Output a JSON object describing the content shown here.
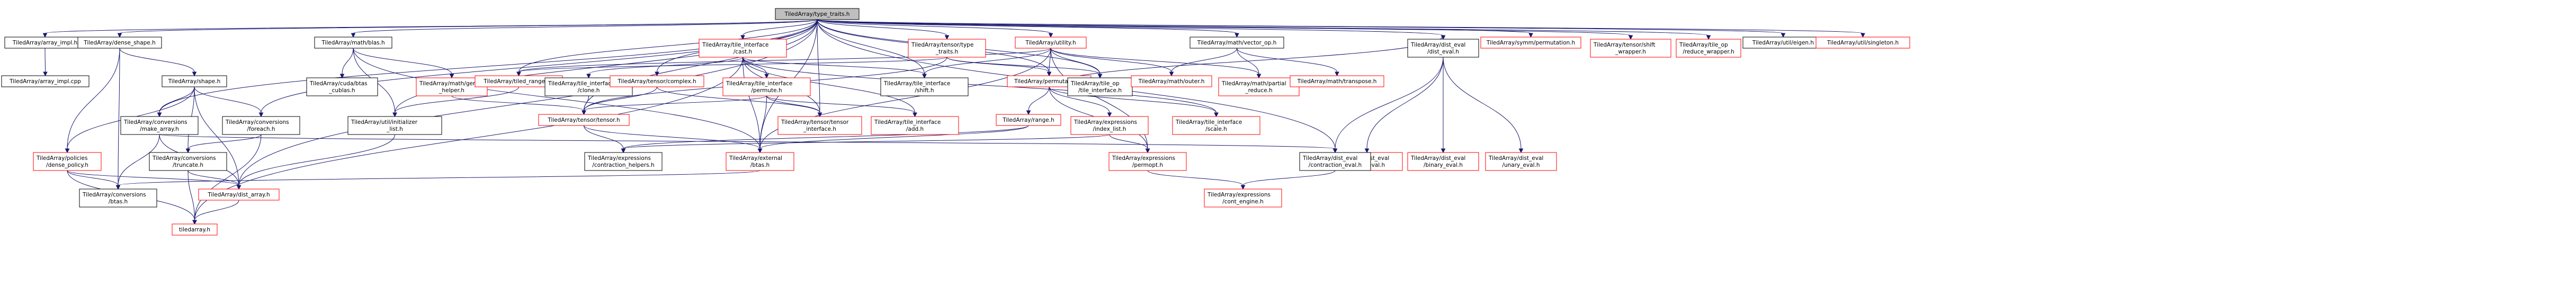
{
  "colors": {
    "root_fill": "#bfbfbf",
    "root_border": "#000000",
    "documented_border": "#000000",
    "undocumented_border": "#ff0000",
    "edge": "#191970",
    "text": "#000000"
  },
  "root": "type_traits",
  "nodes": [
    {
      "id": "type_traits",
      "lines": [
        "TiledArray/type_traits.h"
      ],
      "kind": "root"
    },
    {
      "id": "array_impl_h",
      "lines": [
        "TiledArray/array_impl.h"
      ],
      "kind": "documented"
    },
    {
      "id": "dense_shape",
      "lines": [
        "TiledArray/dense_shape.h"
      ],
      "kind": "documented"
    },
    {
      "id": "math_blas",
      "lines": [
        "TiledArray/math/blas.h"
      ],
      "kind": "documented"
    },
    {
      "id": "tile_interface_cast",
      "lines": [
        "TiledArray/tile_interface",
        "/cast.h"
      ],
      "kind": "undocumented"
    },
    {
      "id": "tensor_type_traits",
      "lines": [
        "TiledArray/tensor/type",
        "_traits.h"
      ],
      "kind": "undocumented"
    },
    {
      "id": "utility",
      "lines": [
        "TiledArray/utility.h"
      ],
      "kind": "undocumented"
    },
    {
      "id": "vector_op",
      "lines": [
        "TiledArray/math/vector_op.h"
      ],
      "kind": "documented"
    },
    {
      "id": "dist_eval",
      "lines": [
        "TiledArray/dist_eval",
        "/dist_eval.h"
      ],
      "kind": "documented"
    },
    {
      "id": "symm_perm",
      "lines": [
        "TiledArray/symm/permutation.h"
      ],
      "kind": "undocumented"
    },
    {
      "id": "tensor_shift",
      "lines": [
        "TiledArray/tensor/shift",
        "_wrapper.h"
      ],
      "kind": "undocumented"
    },
    {
      "id": "tile_op_reduce",
      "lines": [
        "TiledArray/tile_op",
        "/reduce_wrapper.h"
      ],
      "kind": "undocumented"
    },
    {
      "id": "util_eigen",
      "lines": [
        "TiledArray/util/eigen.h"
      ],
      "kind": "documented"
    },
    {
      "id": "util_singleton",
      "lines": [
        "TiledArray/util/singleton.h"
      ],
      "kind": "undocumented"
    },
    {
      "id": "array_impl_cpp",
      "lines": [
        "TiledArray/array_impl.cpp"
      ],
      "kind": "documented"
    },
    {
      "id": "shape",
      "lines": [
        "TiledArray/shape.h"
      ],
      "kind": "documented"
    },
    {
      "id": "cuda_blas",
      "lines": [
        "TiledArray/cuda/btas",
        "_cublas.h"
      ],
      "kind": "documented"
    },
    {
      "id": "gemm_helper",
      "lines": [
        "TiledArray/math/gemm",
        "_helper.h"
      ],
      "kind": "undocumented"
    },
    {
      "id": "tiled_range1",
      "lines": [
        "TiledArray/tiled_range1.h"
      ],
      "kind": "undocumented"
    },
    {
      "id": "tile_interface_clone",
      "lines": [
        "TiledArray/tile_interface",
        "/clone.h"
      ],
      "kind": "documented"
    },
    {
      "id": "tensor_complex",
      "lines": [
        "TiledArray/tensor/complex.h"
      ],
      "kind": "undocumented"
    },
    {
      "id": "tile_interface_permute",
      "lines": [
        "TiledArray/tile_interface",
        "/permute.h"
      ],
      "kind": "undocumented"
    },
    {
      "id": "tile_interface_shift",
      "lines": [
        "TiledArray/tile_interface",
        "/shift.h"
      ],
      "kind": "documented"
    },
    {
      "id": "permutation",
      "lines": [
        "TiledArray/permutation.h"
      ],
      "kind": "undocumented"
    },
    {
      "id": "tile_op_tile_interface",
      "lines": [
        "TiledArray/tile_op",
        "/tile_interface.h"
      ],
      "kind": "documented"
    },
    {
      "id": "math_outer",
      "lines": [
        "TiledArray/math/outer.h"
      ],
      "kind": "undocumented"
    },
    {
      "id": "math_partial_reduce",
      "lines": [
        "TiledArray/math/partial",
        "_reduce.h"
      ],
      "kind": "undocumented"
    },
    {
      "id": "math_transpose",
      "lines": [
        "TiledArray/math/transpose.h"
      ],
      "kind": "undocumented"
    },
    {
      "id": "conversions_make_array",
      "lines": [
        "TiledArray/conversions",
        "/make_array.h"
      ],
      "kind": "documented"
    },
    {
      "id": "conversions_foreach",
      "lines": [
        "TiledArray/conversions",
        "/foreach.h"
      ],
      "kind": "documented"
    },
    {
      "id": "util_initializer_list",
      "lines": [
        "TiledArray/util/initializer",
        "_list.h"
      ],
      "kind": "documented"
    },
    {
      "id": "tensor_tensor",
      "lines": [
        "TiledArray/tensor/tensor.h"
      ],
      "kind": "undocumented"
    },
    {
      "id": "tensor_tensor_interface",
      "lines": [
        "TiledArray/tensor/tensor",
        "_interface.h"
      ],
      "kind": "undocumented"
    },
    {
      "id": "tile_interface_add",
      "lines": [
        "TiledArray/tile_interface",
        "/add.h"
      ],
      "kind": "undocumented"
    },
    {
      "id": "range",
      "lines": [
        "TiledArray/range.h"
      ],
      "kind": "undocumented"
    },
    {
      "id": "expr_index_list",
      "lines": [
        "TiledArray/expressions",
        "/index_list.h"
      ],
      "kind": "undocumented"
    },
    {
      "id": "tile_interface_scale",
      "lines": [
        "TiledArray/tile_interface",
        "/scale.h"
      ],
      "kind": "undocumented"
    },
    {
      "id": "dist_eval_array",
      "lines": [
        "TiledArray/dist_eval",
        "/array_eval.h"
      ],
      "kind": "undocumented"
    },
    {
      "id": "dist_eval_binary",
      "lines": [
        "TiledArray/dist_eval",
        "/binary_eval.h"
      ],
      "kind": "undocumented"
    },
    {
      "id": "dist_eval_unary",
      "lines": [
        "TiledArray/dist_eval",
        "/unary_eval.h"
      ],
      "kind": "undocumented"
    },
    {
      "id": "policies_dense",
      "lines": [
        "TiledArray/policies",
        "/dense_policy.h"
      ],
      "kind": "undocumented"
    },
    {
      "id": "conversions_truncate",
      "lines": [
        "TiledArray/conversions",
        "/truncate.h"
      ],
      "kind": "documented"
    },
    {
      "id": "expr_contraction_helpers",
      "lines": [
        "TiledArray/expressions",
        "/contraction_helpers.h"
      ],
      "kind": "documented"
    },
    {
      "id": "external_btas",
      "lines": [
        "TiledArray/external",
        "/btas.h"
      ],
      "kind": "undocumented"
    },
    {
      "id": "expr_permopt",
      "lines": [
        "TiledArray/expressions",
        "/permopt.h"
      ],
      "kind": "undocumented"
    },
    {
      "id": "dist_eval_contraction",
      "lines": [
        "TiledArray/dist_eval",
        "/contraction_eval.h"
      ],
      "kind": "documented"
    },
    {
      "id": "conversions_btas",
      "lines": [
        "TiledArray/conversions",
        "/btas.h"
      ],
      "kind": "documented"
    },
    {
      "id": "dist_array",
      "lines": [
        "TiledArray/dist_array.h"
      ],
      "kind": "undocumented"
    },
    {
      "id": "expr_cont_engine",
      "lines": [
        "TiledArray/expressions",
        "/cont_engine.h"
      ],
      "kind": "undocumented"
    },
    {
      "id": "tiledarray",
      "lines": [
        "tiledarray.h"
      ],
      "kind": "undocumented"
    }
  ],
  "edges": [
    [
      "type_traits",
      "array_impl_h"
    ],
    [
      "type_traits",
      "dense_shape"
    ],
    [
      "type_traits",
      "math_blas"
    ],
    [
      "type_traits",
      "tile_interface_cast"
    ],
    [
      "type_traits",
      "tensor_type_traits"
    ],
    [
      "type_traits",
      "utility"
    ],
    [
      "type_traits",
      "vector_op"
    ],
    [
      "type_traits",
      "dist_eval"
    ],
    [
      "type_traits",
      "symm_perm"
    ],
    [
      "type_traits",
      "tensor_shift"
    ],
    [
      "type_traits",
      "tile_op_reduce"
    ],
    [
      "type_traits",
      "util_eigen"
    ],
    [
      "type_traits",
      "util_singleton"
    ],
    [
      "type_traits",
      "conversions_make_array"
    ],
    [
      "type_traits",
      "conversions_foreach"
    ],
    [
      "type_traits",
      "tiled_range1"
    ],
    [
      "type_traits",
      "tensor_complex"
    ],
    [
      "type_traits",
      "tile_interface_shift"
    ],
    [
      "type_traits",
      "permutation"
    ],
    [
      "type_traits",
      "tile_op_tile_interface"
    ],
    [
      "type_traits",
      "tensor_tensor_interface"
    ],
    [
      "type_traits",
      "util_initializer_list"
    ],
    [
      "type_traits",
      "tensor_tensor"
    ],
    [
      "type_traits",
      "dist_array"
    ],
    [
      "type_traits",
      "external_btas"
    ],
    [
      "type_traits",
      "dist_eval_contraction"
    ],
    [
      "array_impl_h",
      "array_impl_cpp"
    ],
    [
      "dense_shape",
      "shape"
    ],
    [
      "dense_shape",
      "policies_dense"
    ],
    [
      "dense_shape",
      "conversions_btas"
    ],
    [
      "math_blas",
      "cuda_blas"
    ],
    [
      "math_blas",
      "gemm_helper"
    ],
    [
      "math_blas",
      "util_initializer_list"
    ],
    [
      "math_blas",
      "external_btas"
    ],
    [
      "gemm_helper",
      "tensor_tensor"
    ],
    [
      "tile_interface_cast",
      "tile_interface_clone"
    ],
    [
      "tile_interface_cast",
      "tile_interface_permute"
    ],
    [
      "tile_interface_cast",
      "tile_interface_shift"
    ],
    [
      "tile_interface_cast",
      "tile_interface_add"
    ],
    [
      "tile_interface_cast",
      "tile_interface_scale"
    ],
    [
      "tile_interface_cast",
      "tensor_tensor_interface"
    ],
    [
      "tile_interface_cast",
      "external_btas"
    ],
    [
      "tile_interface_cast",
      "tiledarray"
    ],
    [
      "tensor_type_traits",
      "permutation"
    ],
    [
      "tensor_type_traits",
      "tiled_range1"
    ],
    [
      "tensor_type_traits",
      "tensor_tensor"
    ],
    [
      "tensor_type_traits",
      "tile_op_tile_interface"
    ],
    [
      "utility",
      "tiled_range1"
    ],
    [
      "utility",
      "permutation"
    ],
    [
      "utility",
      "tile_op_tile_interface"
    ],
    [
      "utility",
      "tile_interface_shift"
    ],
    [
      "utility",
      "math_outer"
    ],
    [
      "utility",
      "math_partial_reduce"
    ],
    [
      "utility",
      "expr_permopt"
    ],
    [
      "utility",
      "external_btas"
    ],
    [
      "vector_op",
      "math_outer"
    ],
    [
      "vector_op",
      "math_partial_reduce"
    ],
    [
      "vector_op",
      "math_transpose"
    ],
    [
      "dist_eval",
      "dist_eval_array"
    ],
    [
      "dist_eval",
      "dist_eval_binary"
    ],
    [
      "dist_eval",
      "dist_eval_unary"
    ],
    [
      "dist_eval",
      "dist_eval_contraction"
    ],
    [
      "shape",
      "conversions_make_array"
    ],
    [
      "shape",
      "conversions_foreach"
    ],
    [
      "shape",
      "policies_dense"
    ],
    [
      "shape",
      "conversions_truncate"
    ],
    [
      "shape",
      "dist_array"
    ],
    [
      "tiled_range1",
      "util_initializer_list"
    ],
    [
      "tile_interface_clone",
      "tensor_tensor"
    ],
    [
      "tensor_complex",
      "tensor_tensor"
    ],
    [
      "tensor_complex",
      "tensor_tensor_interface"
    ],
    [
      "tile_interface_permute",
      "tensor_tensor"
    ],
    [
      "tile_interface_permute",
      "tile_interface_add"
    ],
    [
      "tile_interface_permute",
      "tensor_tensor_interface"
    ],
    [
      "tile_interface_permute",
      "external_btas"
    ],
    [
      "permutation",
      "range"
    ],
    [
      "permutation",
      "expr_index_list"
    ],
    [
      "permutation",
      "tile_interface_scale"
    ],
    [
      "permutation",
      "expr_permopt"
    ],
    [
      "permutation",
      "dist_eval"
    ],
    [
      "range",
      "expr_contraction_helpers"
    ],
    [
      "range",
      "external_btas"
    ],
    [
      "expr_index_list",
      "expr_permopt"
    ],
    [
      "expr_index_list",
      "expr_contraction_helpers"
    ],
    [
      "tensor_tensor",
      "expr_contraction_helpers"
    ],
    [
      "tensor_tensor",
      "external_btas"
    ],
    [
      "conversions_make_array",
      "conversions_btas"
    ],
    [
      "conversions_make_array",
      "dist_array"
    ],
    [
      "conversions_make_array",
      "dist_eval_contraction"
    ],
    [
      "conversions_foreach",
      "conversions_truncate"
    ],
    [
      "conversions_foreach",
      "tiledarray"
    ],
    [
      "util_initializer_list",
      "dist_array"
    ],
    [
      "policies_dense",
      "conversions_btas"
    ],
    [
      "policies_dense",
      "dist_array"
    ],
    [
      "policies_dense",
      "tiledarray"
    ],
    [
      "conversions_truncate",
      "dist_array"
    ],
    [
      "conversions_truncate",
      "tiledarray"
    ],
    [
      "external_btas",
      "conversions_btas"
    ],
    [
      "expr_permopt",
      "expr_cont_engine"
    ],
    [
      "dist_eval_contraction",
      "expr_cont_engine"
    ],
    [
      "dist_array",
      "tiledarray"
    ]
  ]
}
